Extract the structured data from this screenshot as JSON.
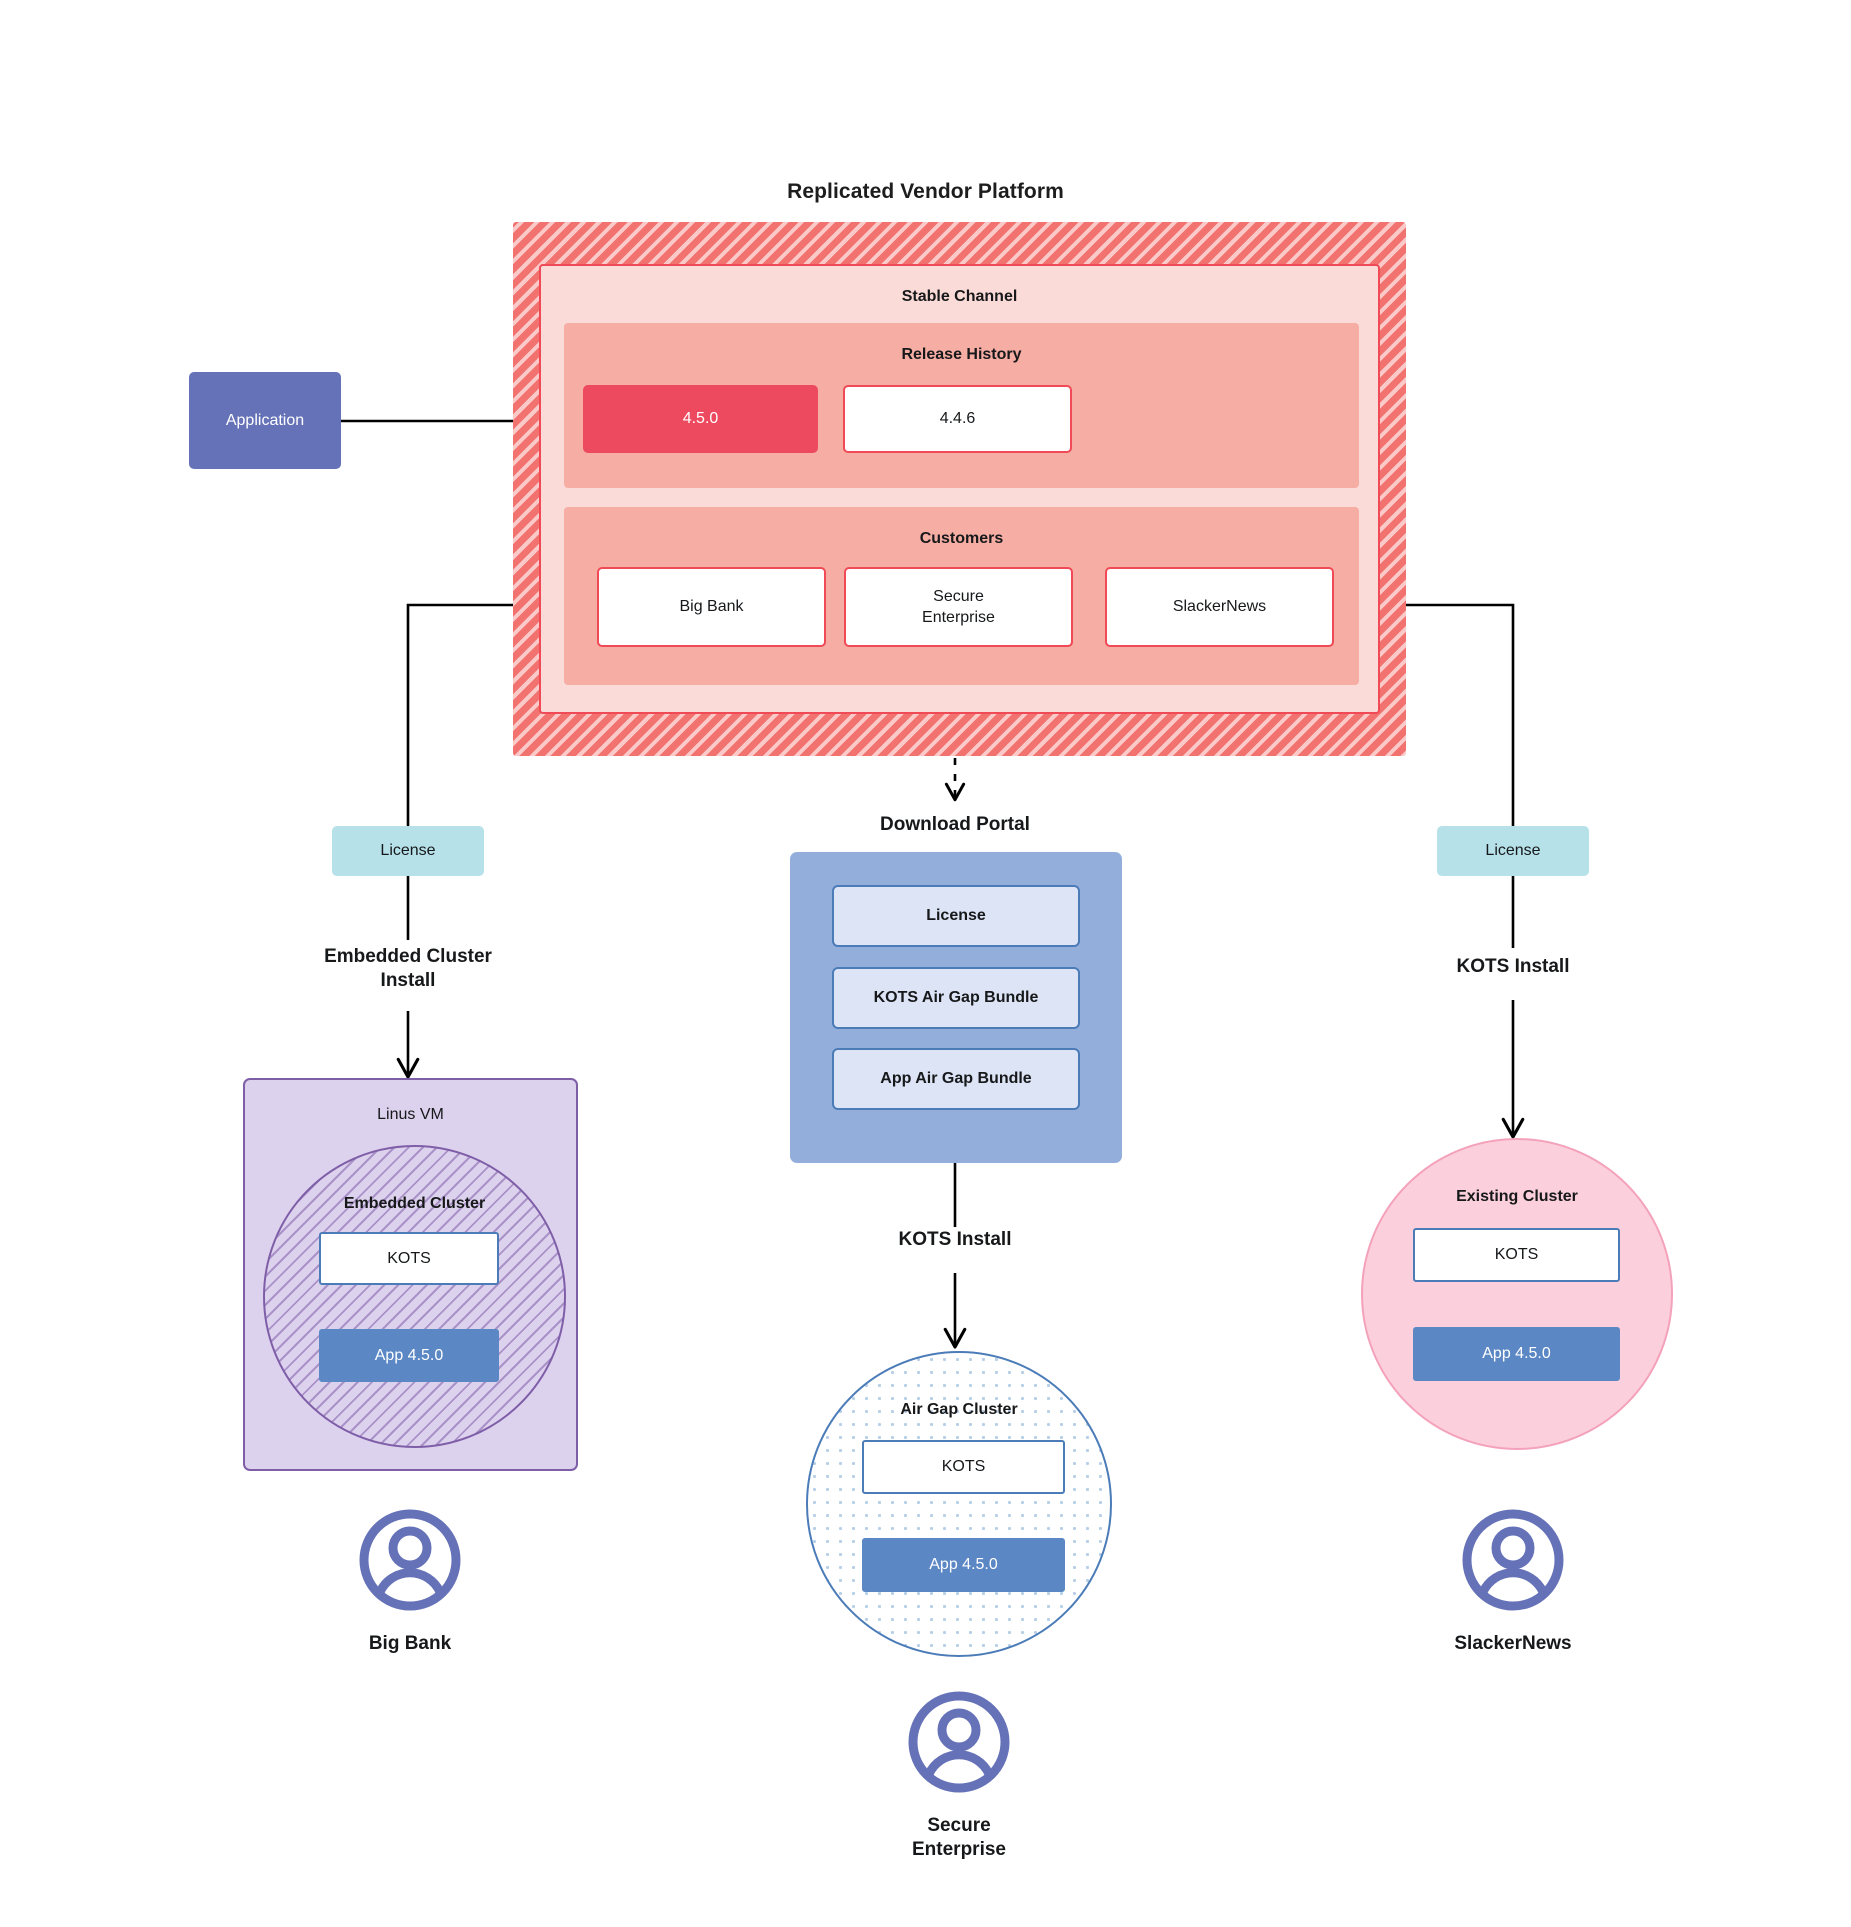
{
  "diagram": {
    "title": "Replicated Vendor Platform",
    "application": {
      "label": "Application"
    },
    "vendor_platform": {
      "stable_channel": {
        "title": "Stable Channel",
        "release_history": {
          "title": "Release History",
          "releases": [
            {
              "version": "4.5.0",
              "state": "current"
            },
            {
              "version": "4.4.6",
              "state": "previous"
            }
          ]
        },
        "customers": {
          "title": "Customers",
          "items": [
            {
              "name": "Big Bank"
            },
            {
              "name": "Secure\nEnterprise"
            },
            {
              "name": "SlackerNews"
            }
          ]
        }
      }
    },
    "licenses": {
      "left": "License",
      "right": "License"
    },
    "download_portal": {
      "title": "Download  Portal",
      "items": [
        {
          "label": "License"
        },
        {
          "label": "KOTS Air Gap Bundle"
        },
        {
          "label": "App Air Gap Bundle"
        }
      ]
    },
    "flows": {
      "embedded_cluster_install": "Embedded Cluster\nInstall",
      "kots_install_center": "KOTS Install",
      "kots_install_right": "KOTS Install"
    },
    "targets": {
      "linux_vm": {
        "title": "Linus VM",
        "embedded_cluster": {
          "title": "Embedded Cluster",
          "kots": "KOTS",
          "app": "App 4.5.0"
        }
      },
      "air_gap_cluster": {
        "title": "Air Gap Cluster",
        "kots": "KOTS",
        "app": "App 4.5.0"
      },
      "existing_cluster": {
        "title": "Existing Cluster",
        "kots": "KOTS",
        "app": "App 4.5.0"
      }
    },
    "personas": [
      {
        "name": "Big Bank",
        "icon": "user-avatar-icon"
      },
      {
        "name": "Secure\nEnterprise",
        "icon": "user-avatar-icon"
      },
      {
        "name": "SlackerNews",
        "icon": "user-avatar-icon"
      }
    ],
    "colors": {
      "platform_red": "#f1726f",
      "channel_pink": "#fbdbd7",
      "panel_pink": "#f6ada4",
      "release_red": "#ed4a5f",
      "application_purple": "#6672b8",
      "license_cyan": "#b6e1e9",
      "portal_blue": "#94aedc",
      "portal_item_blue": "#dde4f6",
      "vm_purple": "#ddd2ee",
      "vm_border_purple": "#7f5ea8",
      "cluster_pink": "#fbd0dc",
      "app_blue": "#5b87c4",
      "kots_border_blue": "#4b7cb8",
      "persona_purple": "#6672b8"
    }
  }
}
